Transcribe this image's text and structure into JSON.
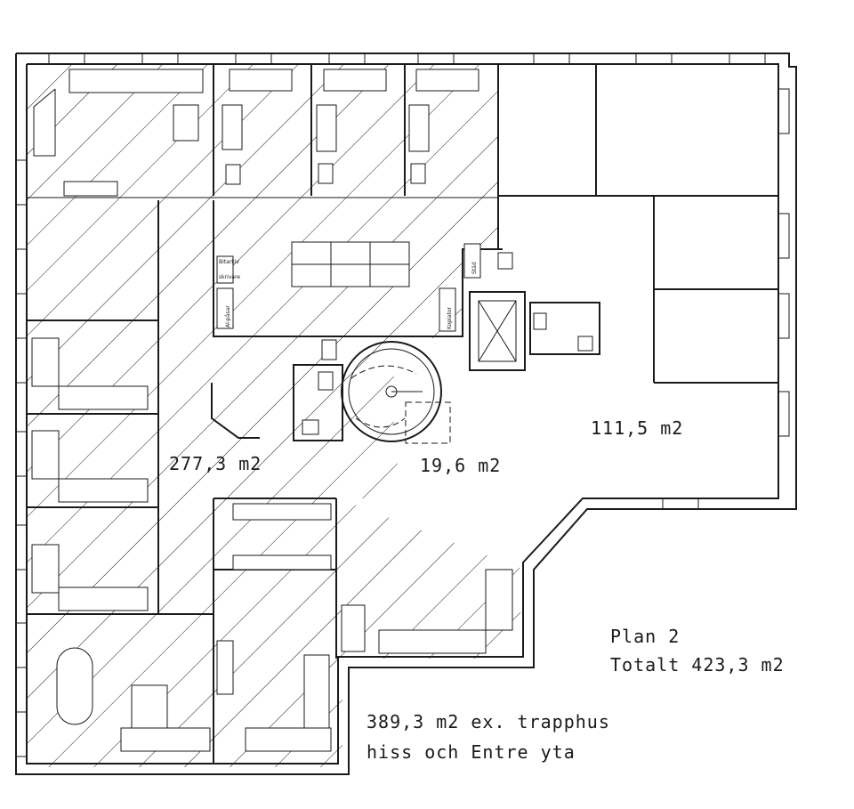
{
  "plan": {
    "title": "Plan 2",
    "total": "Totalt 423,3 m2",
    "note_line1": "389,3 m2 ex. trapphus",
    "note_line2": "hiss och Entre yta"
  },
  "areas": {
    "hatched": "277,3 m2",
    "entrance": "19,6 m2",
    "unhatched": "111,5 m2"
  },
  "small_labels": {
    "arkiv": "Bitarkiv",
    "skrivare": "skrivare",
    "kopiator": "Kopiator",
    "stad": "Städ",
    "avfall": "Al-påsar"
  }
}
